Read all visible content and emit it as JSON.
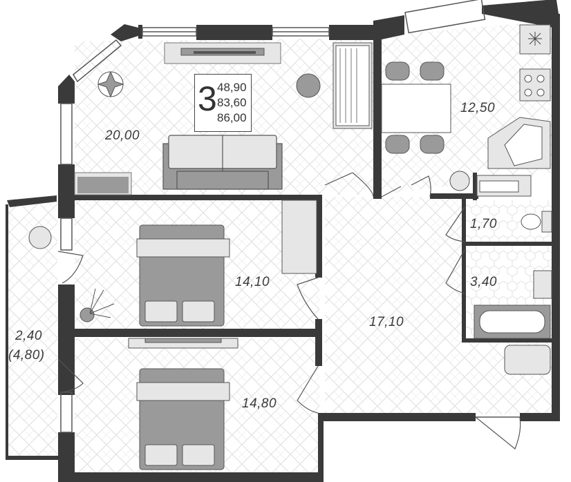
{
  "apartment": {
    "rooms_count": "3",
    "areas": [
      "48,90",
      "83,60",
      "86,00"
    ]
  },
  "rooms": {
    "living": "20,00",
    "kitchen": "12,50",
    "wc": "1,70",
    "bath": "3,40",
    "bedroom_1": "14,10",
    "bedroom_2": "14,80",
    "hall": "17,10",
    "balcony": "2,40",
    "balcony_alt": "(4,80)"
  },
  "colors": {
    "wall": "#3a3a3a",
    "floor_pattern": "#e4e4e4",
    "furniture_fill": "#9a9a9a",
    "furniture_light": "#e6e6e6"
  }
}
